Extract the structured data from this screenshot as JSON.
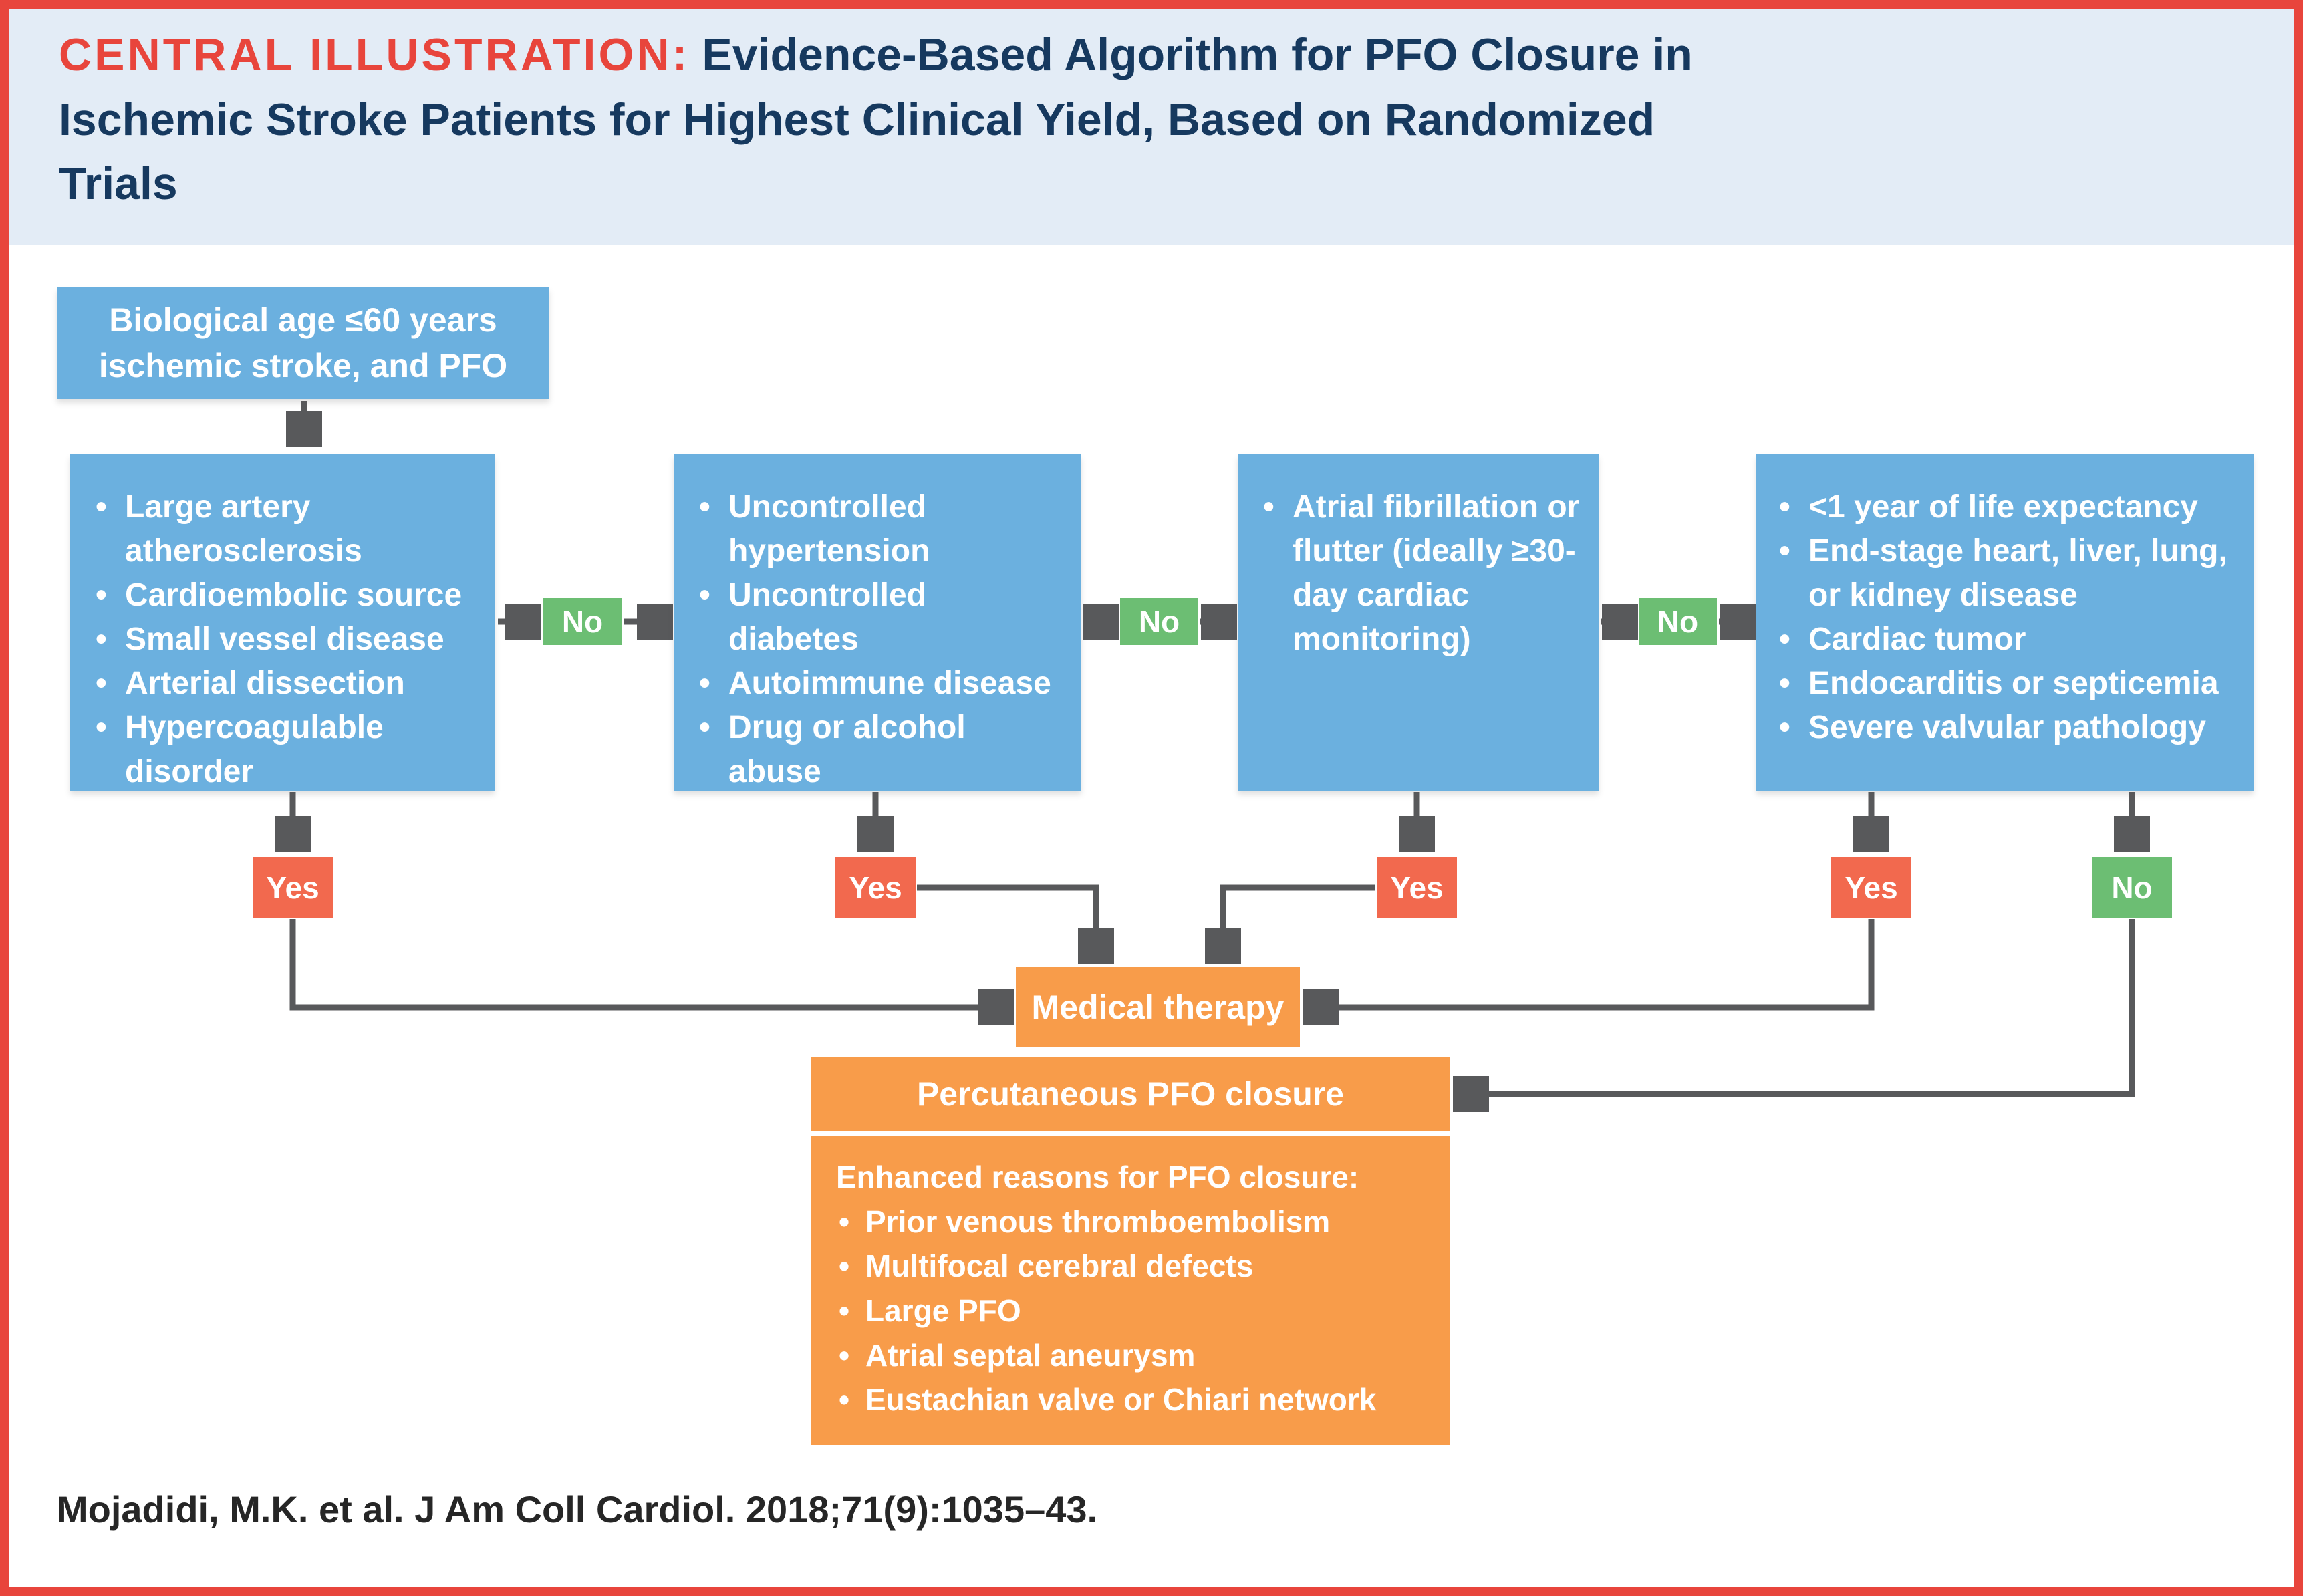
{
  "header": {
    "label": "CENTRAL ILLUSTRATION:",
    "title_line1": "Evidence-Based Algorithm for PFO Closure in",
    "title_line2": "Ischemic Stroke Patients for Highest Clinical Yield, Based on Randomized",
    "title_line3": "Trials"
  },
  "colors": {
    "frame_red": "#E8453C",
    "title_navy": "#16395F",
    "header_bg": "#E3ECF6",
    "box_blue": "#6BB0DF",
    "green": "#6CBE73",
    "salmon_red": "#F2694E",
    "orange": "#F89C4A",
    "arrow_gray": "#58595B"
  },
  "flow": {
    "entry_box": {
      "line1": "Biological age ≤60 years",
      "line2": "ischemic stroke, and PFO"
    },
    "exclusion_boxes": [
      {
        "items": [
          "Large artery atherosclerosis",
          "Cardioembolic source",
          "Small vessel disease",
          "Arterial dissection",
          "Hypercoagulable disorder"
        ]
      },
      {
        "items": [
          "Uncontrolled hypertension",
          "Uncontrolled diabetes",
          "Autoimmune disease",
          "Drug or alcohol abuse"
        ]
      },
      {
        "items": [
          "Atrial fibrillation or flutter (ideally ≥30-day cardiac monitoring)"
        ]
      },
      {
        "items": [
          "<1 year of life expectancy",
          "End-stage heart, liver, lung, or kidney disease",
          "Cardiac tumor",
          "Endocarditis or septicemia",
          "Severe valvular pathology"
        ]
      }
    ],
    "no_labels": [
      "No",
      "No",
      "No"
    ],
    "decision_labels": [
      "Yes",
      "Yes",
      "Yes",
      "Yes",
      "No"
    ],
    "medical_therapy": "Medical therapy",
    "pfo_closure": "Percutaneous PFO closure",
    "enhanced": {
      "heading": "Enhanced reasons for PFO closure:",
      "items": [
        "Prior venous thromboembolism",
        "Multifocal cerebral defects",
        "Large PFO",
        "Atrial septal aneurysm",
        "Eustachian valve or Chiari network"
      ]
    }
  },
  "citation": "Mojadidi, M.K. et al. J Am Coll Cardiol. 2018;71(9):1035–43."
}
